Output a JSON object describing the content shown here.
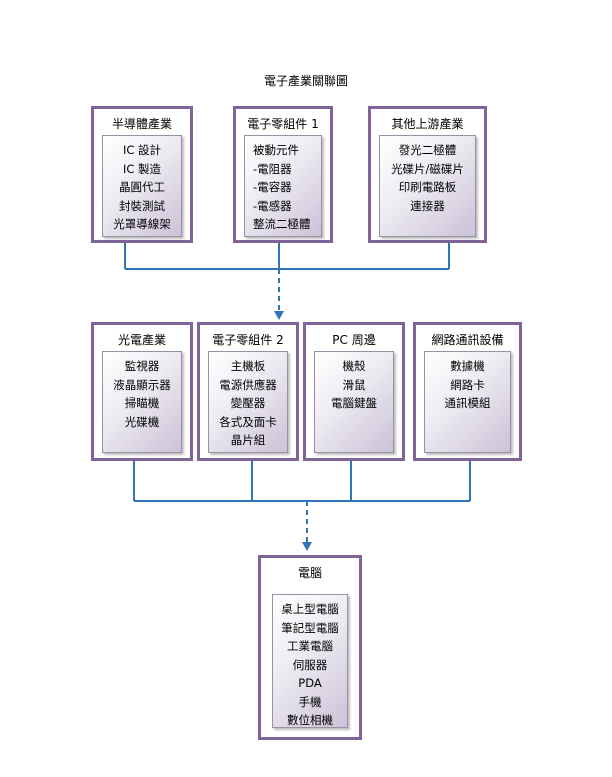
{
  "title": "電子產業關聯圖",
  "colors": {
    "border": "#7e6499",
    "connector": "#2f74b5"
  },
  "nodes": {
    "semiconductor": {
      "title": "半導體產業",
      "items": [
        "IC 設計",
        "IC 製造",
        "晶圓代工",
        "封裝測試",
        "光罩導線架"
      ]
    },
    "components1": {
      "title": "電子零組件 1",
      "items": [
        "被動元件",
        "-電阻器",
        "-電容器",
        "-電感器",
        "整流二極體"
      ]
    },
    "upstream": {
      "title": "其他上游產業",
      "items": [
        "發光二極體",
        "光碟片/磁碟片",
        "印刷電路板",
        "連接器"
      ]
    },
    "optoelectronics": {
      "title": "光電產業",
      "items": [
        "監視器",
        "液晶顯示器",
        "掃瞄機",
        "光碟機"
      ]
    },
    "components2": {
      "title": "電子零組件 2",
      "items": [
        "主機板",
        "電源供應器",
        "變壓器",
        "各式及面卡",
        "晶片組"
      ]
    },
    "peripherals": {
      "title": "PC 周邊",
      "items": [
        "機殼",
        "滑鼠",
        "電腦鍵盤"
      ]
    },
    "networking": {
      "title": "網路通訊設備",
      "items": [
        "數據機",
        "網路卡",
        "通訊模組"
      ]
    },
    "computer": {
      "title": "電腦",
      "items": [
        "桌上型電腦",
        "筆記型電腦",
        "工業電腦",
        "伺服器",
        "PDA",
        "手機",
        "數位相機"
      ]
    }
  }
}
